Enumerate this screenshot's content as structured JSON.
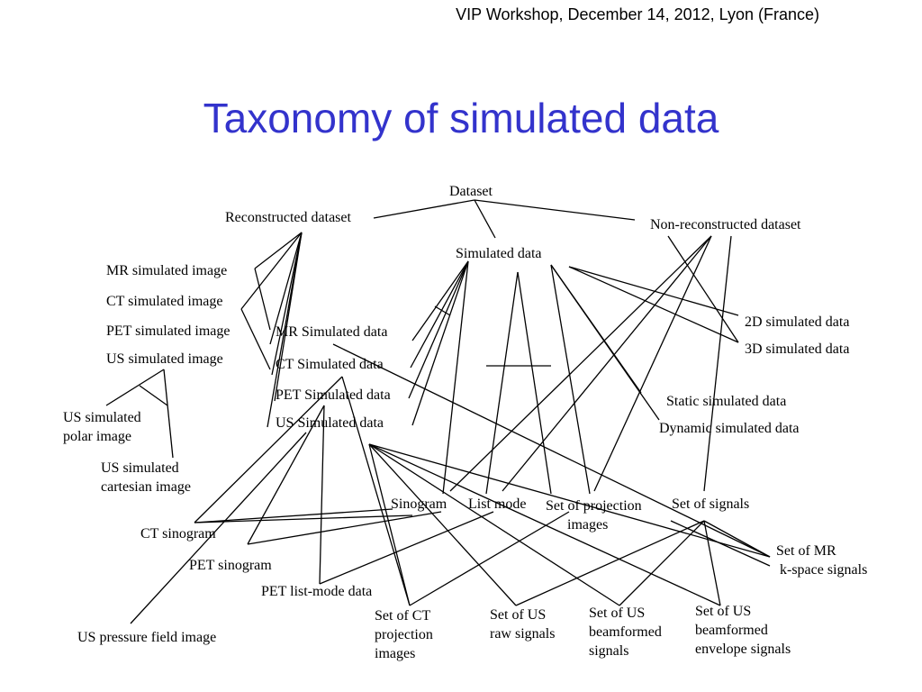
{
  "header": "VIP Workshop, December 14, 2012, Lyon (France)",
  "title": "Taxonomy of simulated data",
  "nodes": [
    {
      "id": "dataset",
      "lines": [
        "Dataset"
      ]
    },
    {
      "id": "reconstructed-dataset",
      "lines": [
        "Reconstructed dataset"
      ]
    },
    {
      "id": "non-reconstructed-dataset",
      "lines": [
        "Non-reconstructed dataset"
      ]
    },
    {
      "id": "simulated-data",
      "lines": [
        "Simulated data"
      ]
    },
    {
      "id": "mr-simulated-image",
      "lines": [
        "MR simulated image"
      ]
    },
    {
      "id": "ct-simulated-image",
      "lines": [
        "CT simulated image"
      ]
    },
    {
      "id": "pet-simulated-image",
      "lines": [
        "PET simulated image"
      ]
    },
    {
      "id": "us-simulated-image",
      "lines": [
        "US simulated image"
      ]
    },
    {
      "id": "us-simulated-polar-image",
      "lines": [
        "US simulated",
        "polar image"
      ]
    },
    {
      "id": "us-simulated-cartesian-image",
      "lines": [
        "US simulated",
        "cartesian image"
      ]
    },
    {
      "id": "mr-simulated-data",
      "lines": [
        "MR Simulated data"
      ]
    },
    {
      "id": "ct-simulated-data",
      "lines": [
        "CT Simulated data"
      ]
    },
    {
      "id": "pet-simulated-data",
      "lines": [
        "PET Simulated data"
      ]
    },
    {
      "id": "us-simulated-data",
      "lines": [
        "US Simulated data"
      ]
    },
    {
      "id": "2d-simulated-data",
      "lines": [
        "2D simulated data"
      ]
    },
    {
      "id": "3d-simulated-data",
      "lines": [
        "3D simulated data"
      ]
    },
    {
      "id": "static-simulated-data",
      "lines": [
        "Static simulated data"
      ]
    },
    {
      "id": "dynamic-simulated-data",
      "lines": [
        "Dynamic simulated data"
      ]
    },
    {
      "id": "sinogram",
      "lines": [
        "Sinogram"
      ]
    },
    {
      "id": "list-mode",
      "lines": [
        "List mode"
      ]
    },
    {
      "id": "set-of-projection-images",
      "lines": [
        "Set of projection",
        "images"
      ]
    },
    {
      "id": "set-of-signals",
      "lines": [
        "Set of signals"
      ]
    },
    {
      "id": "set-of-mr-k-space-signals",
      "lines": [
        "Set of MR",
        "k-space signals"
      ]
    },
    {
      "id": "ct-sinogram",
      "lines": [
        "CT sinogram"
      ]
    },
    {
      "id": "pet-sinogram",
      "lines": [
        "PET sinogram"
      ]
    },
    {
      "id": "pet-list-mode-data",
      "lines": [
        "PET list-mode data"
      ]
    },
    {
      "id": "us-pressure-field-image",
      "lines": [
        "US pressure field image"
      ]
    },
    {
      "id": "set-of-ct-projection-images",
      "lines": [
        "Set of CT",
        "projection",
        "images"
      ]
    },
    {
      "id": "set-of-us-raw-signals",
      "lines": [
        "Set of US",
        "raw signals"
      ]
    },
    {
      "id": "set-of-us-beamformed-signals",
      "lines": [
        "Set of US",
        "beamformed",
        "signals"
      ]
    },
    {
      "id": "set-of-us-beamformed-envelope-signals",
      "lines": [
        "Set of US",
        "beamformed",
        "envelope signals"
      ]
    }
  ]
}
